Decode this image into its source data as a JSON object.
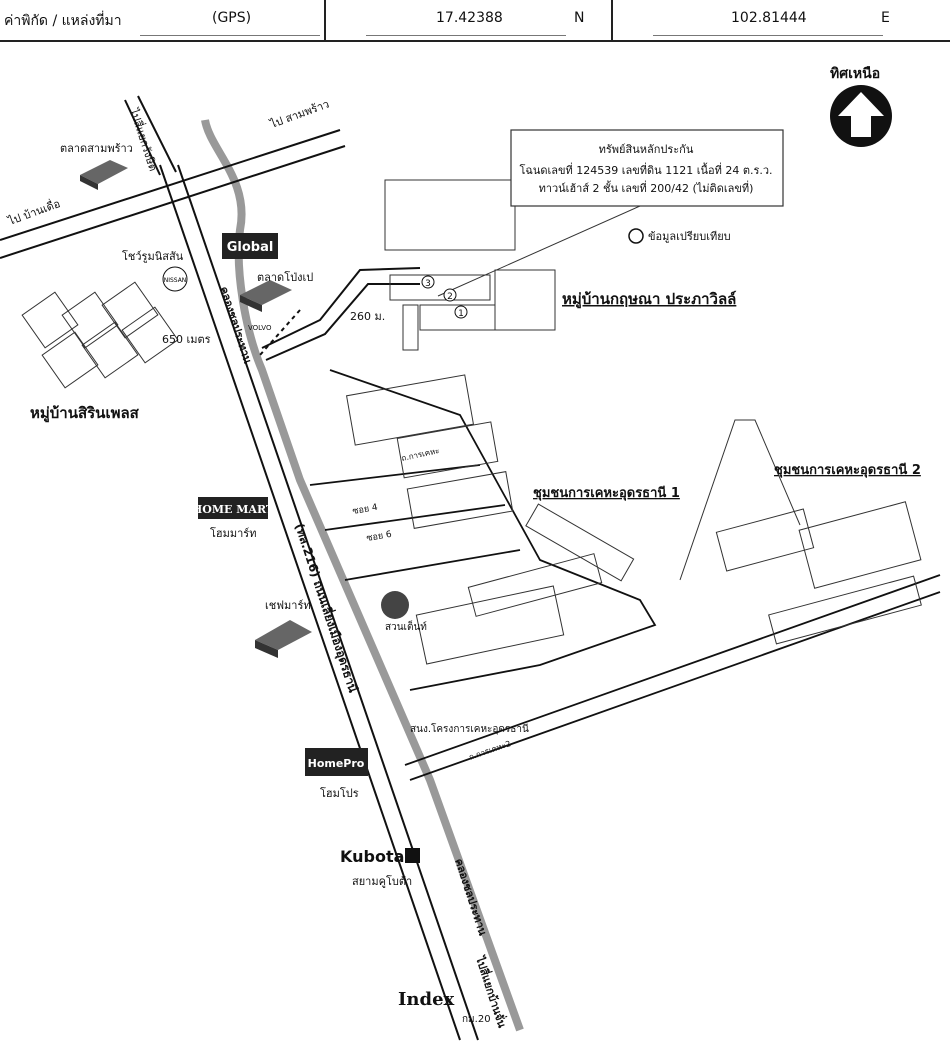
{
  "gps": {
    "label": "ค่าพิกัด / แหล่งที่มา",
    "source": "(GPS)",
    "latitude": "17.42388",
    "lat_dir": "N",
    "longitude": "102.81444",
    "lon_dir": "E"
  },
  "north": {
    "label": "ทิศเหนือ"
  },
  "callout": {
    "line1": "ทรัพย์สินหลักประกัน",
    "line2": "โฉนดเลขที่ 124539 เลขที่ดิน 1121 เนื้อที่ 24 ต.ร.ว.",
    "line3": "ทาวน์เฮ้าส์ 2 ชั้น เลขที่ 200/42 (ไม่ติดเลขที่)"
  },
  "legend": {
    "compare_label": "ข้อมูลเปรียบเทียบ"
  },
  "markers": [
    "1",
    "2",
    "3"
  ],
  "places": {
    "samprao_market": "ตลาดสามพร้าว",
    "to_samprao": "ไป สามพร้าว",
    "to_intersection": "ไปสี่แยกรังษิต",
    "to_ban_khua": "ไป บ้านเดื่อ",
    "nissan_showroom": "โชว์รูมนิสสัน",
    "nissan": "NISSAN",
    "global": "Global",
    "popbe_market": "ตลาดโป่งเป",
    "volvo": "VOLVO",
    "canal_top": "คลองชลประทาน",
    "dist_260": "260 ม.",
    "dist_650": "650 เมตร",
    "village_krisana": "หมู่บ้านกฤษณา ประภาวิลล์",
    "village_sirin": "หมู่บ้านสิรินเพลส",
    "community_1": "ชุมชนการเคหะอุดรธานี 1",
    "community_2": "ชุมชนการเคหะอุดรธานี 2",
    "soi_4": "ซอย 4",
    "soi_6": "ซอย 6",
    "housing_road": "ถ.การเคหะ",
    "housing_road_2": "ถ.การเคหะ2",
    "home_mart_logo": "HOME MART",
    "home_mart": "โฮมมาร์ท",
    "chef_mart": "เชฟมาร์ท",
    "main_road": "(ทล.216) ถนนเลี่ยงเมืองอุดรธานี",
    "park": "สวนเต็นท์",
    "housing_office": "สนง.โครงการเคหะอุดรธานี",
    "homepro_logo": "HomePro",
    "homepro": "โฮมโปร",
    "kubota_logo": "Kubota",
    "kubota": "สยามคูโบต้า",
    "canal_bottom": "คลองชลประทาน",
    "to_intersection_bottom": "ไปสี่แยกบ้านจั่น",
    "index_logo": "Index",
    "km": "กม.20"
  }
}
